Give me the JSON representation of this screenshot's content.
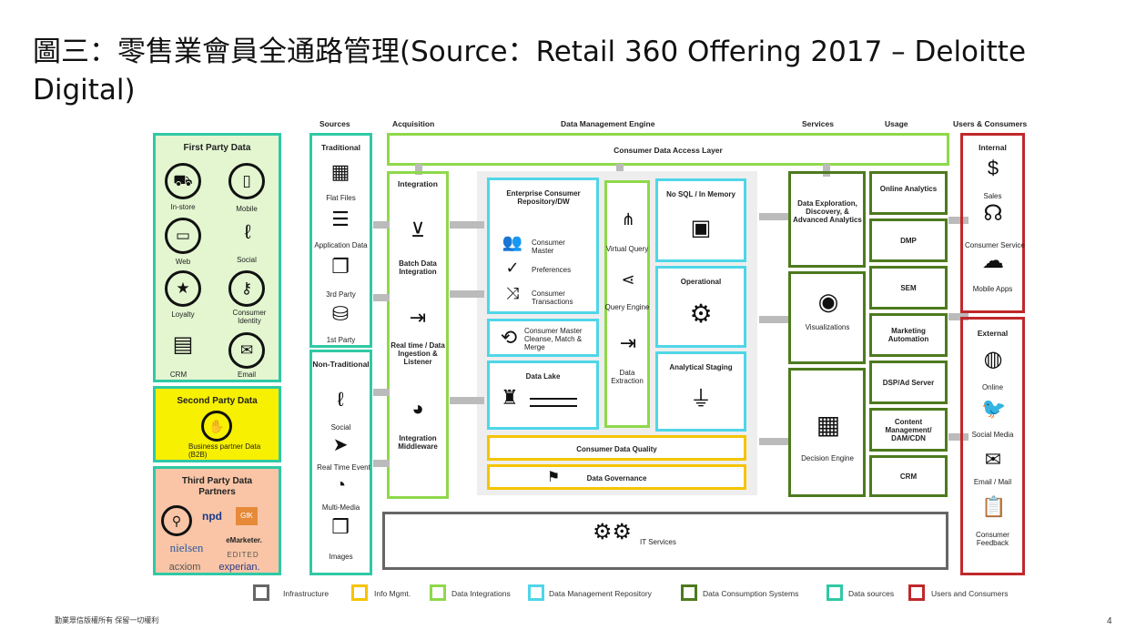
{
  "title": "圖三：零售業會員全通路管理(Source：Retail 360 Offering 2017 – Deloitte Digital)",
  "footer": {
    "left": "勤業眾信版權所有 保留一切權利",
    "page": "4"
  },
  "headers": {
    "sources": "Sources",
    "acquisition": "Acquisition",
    "dme": "Data Management Engine",
    "services": "Services",
    "usage": "Usage",
    "users": "Users & Consumers"
  },
  "first_party": {
    "title": "First Party Data",
    "items": [
      "In-store",
      "Mobile",
      "Web",
      "Social",
      "Loyalty",
      "Consumer Identity",
      "CRM",
      "Email"
    ]
  },
  "second_party": {
    "title": "Second Party Data",
    "item": "Business partner Data (B2B)"
  },
  "third_party": {
    "title": "Third Party Data Partners",
    "brands": [
      "npd",
      "GfK",
      "nielsen",
      "eMarketer.",
      "EDITED",
      "acxiom",
      "experian."
    ]
  },
  "traditional": {
    "title": "Traditional",
    "items": [
      "Flat Files",
      "Application Data",
      "3rd Party",
      "1st Party"
    ]
  },
  "non_traditional": {
    "title": "Non-Traditional",
    "items": [
      "Social",
      "Real Time Event",
      "Multi-Media",
      "Images"
    ]
  },
  "access_layer": "Consumer Data Access Layer",
  "integration": {
    "title": "Integration",
    "items": [
      "Batch Data Integration",
      "Real time / Data Ingestion & Listener",
      "Integration Middleware"
    ]
  },
  "repo": {
    "title": "Enterprise Consumer Repository/DW",
    "items": [
      "Consumer Master",
      "Preferences",
      "Consumer Transactions"
    ]
  },
  "master_cleanse": "Consumer Master Cleanse, Match & Merge",
  "data_lake": "Data Lake",
  "virtual": {
    "items": [
      "Virtual Query",
      "Query Engine",
      "Data Extraction"
    ]
  },
  "nosql": "No SQL / In Memory",
  "operational": "Operational",
  "analytical": "Analytical Staging",
  "quality": "Consumer Data Quality",
  "governance": "Data Governance",
  "services_items": [
    "Data Exploration, Discovery, & Advanced Analytics",
    "Visualizations",
    "Decision Engine"
  ],
  "usage_items": [
    "Online Analytics",
    "DMP",
    "SEM",
    "Marketing Automation",
    "DSP/Ad Server",
    "Content Management/ DAM/CDN",
    "CRM"
  ],
  "internal": {
    "title": "Internal",
    "items": [
      "Sales",
      "Consumer Service",
      "Mobile Apps"
    ]
  },
  "external": {
    "title": "External",
    "items": [
      "Online",
      "Social Media",
      "Email / Mail",
      "Consumer Feedback"
    ]
  },
  "it_services": "IT Services",
  "legend": [
    "Infrastructure",
    "Info Mgmt.",
    "Data Integrations",
    "Data Management Repository",
    "Data Consumption Systems",
    "Data sources",
    "Users and Consumers"
  ],
  "colors": {
    "infrastructure": "#666666",
    "info_mgmt": "#f5c400",
    "integrations": "#8fd84a",
    "repository": "#4fd6e8",
    "consumption": "#4d7a1e",
    "sources": "#2fc9a6",
    "users": "#c0282b",
    "first_party_fill": "#e3f6d0",
    "second_party_fill": "#f7f000",
    "third_party_fill": "#f9c5a6"
  }
}
